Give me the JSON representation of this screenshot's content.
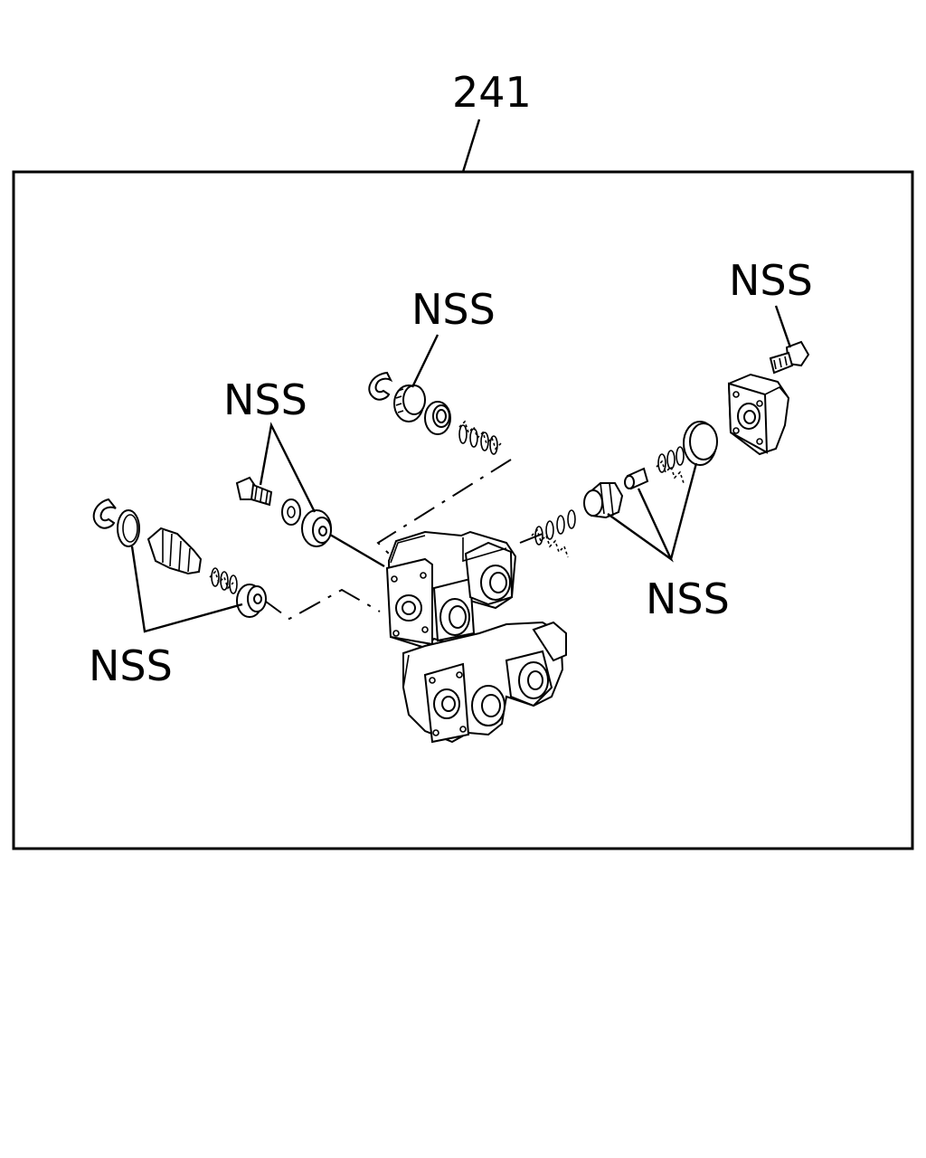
{
  "assembly_ref": "241",
  "labels": {
    "top_center": "NSS",
    "top_right": "NSS",
    "upper_left": "NSS",
    "lower_left": "NSS",
    "lower_right": "NSS"
  }
}
